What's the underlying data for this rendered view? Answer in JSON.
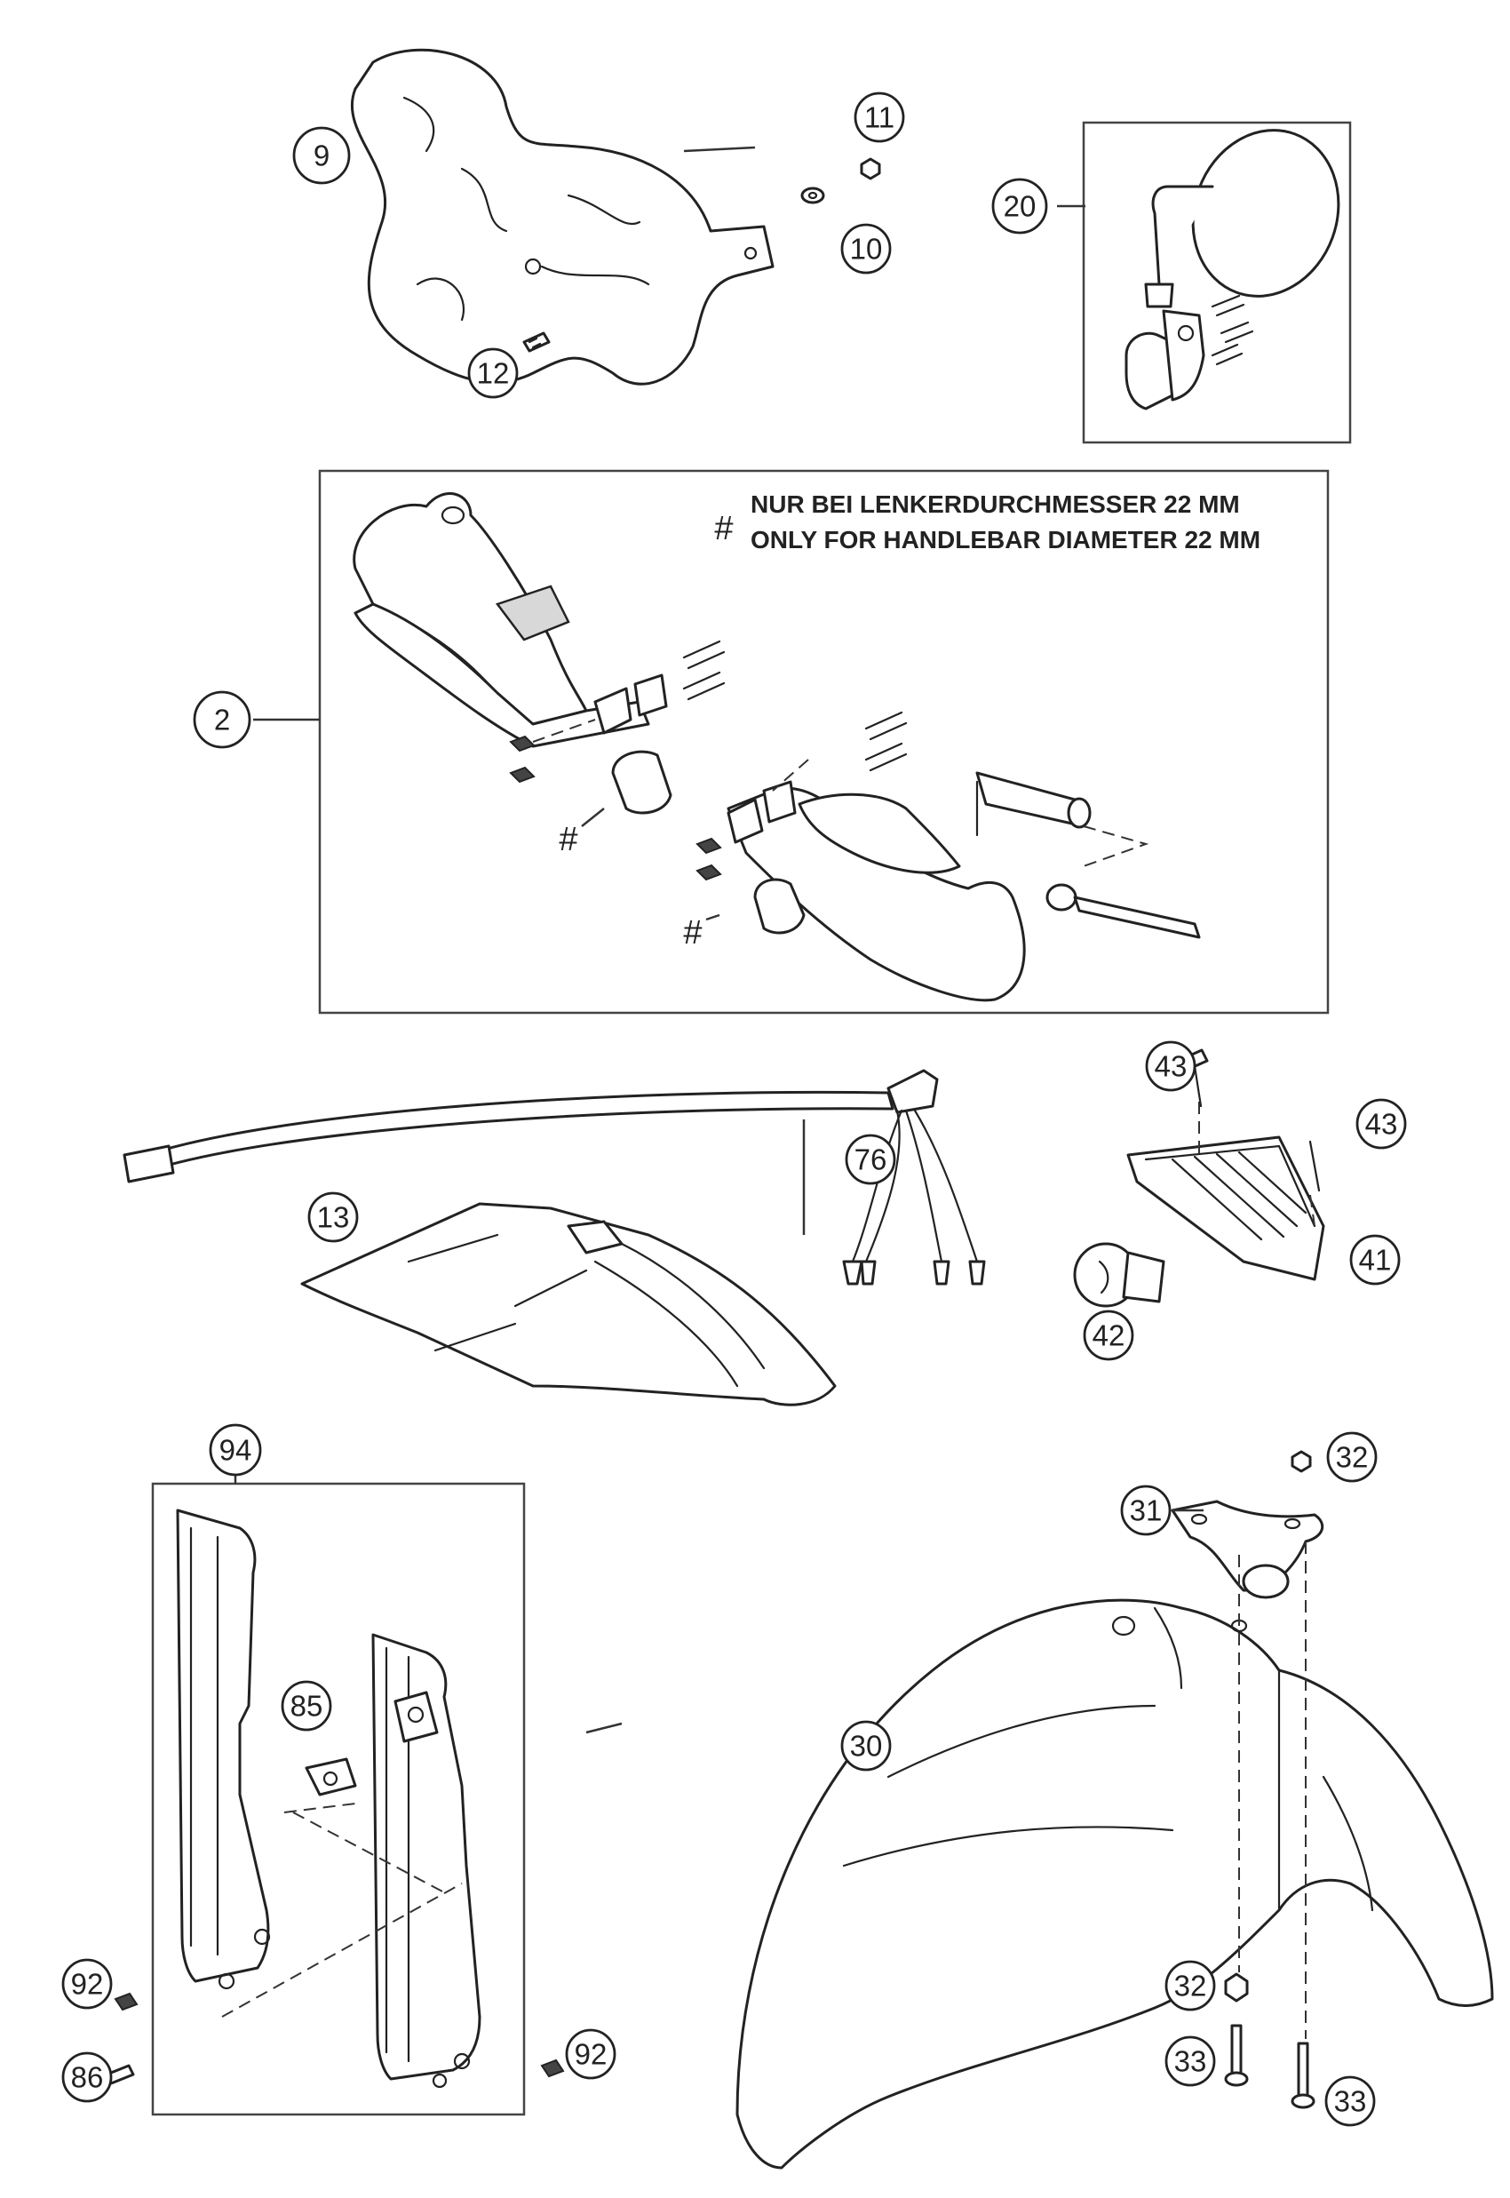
{
  "note": {
    "hash_symbol": "#",
    "line_de": "NUR BEI LENKERDURCHMESSER 22 MM",
    "line_en": "ONLY FOR HANDLEBAR DIAMETER 22 MM"
  },
  "callouts": {
    "c9": "9",
    "c11": "11",
    "c10": "10",
    "c12": "12",
    "c20": "20",
    "c2": "2",
    "c43a": "43",
    "c43b": "43",
    "c76": "76",
    "c41": "41",
    "c13": "13",
    "c42": "42",
    "c94": "94",
    "c32a": "32",
    "c31": "31",
    "c85": "85",
    "c30": "30",
    "c92a": "92",
    "c32b": "32",
    "c33a": "33",
    "c86": "86",
    "c92b": "92",
    "c33b": "33"
  },
  "hash_marks": {
    "h1": "#",
    "h2": "#"
  }
}
